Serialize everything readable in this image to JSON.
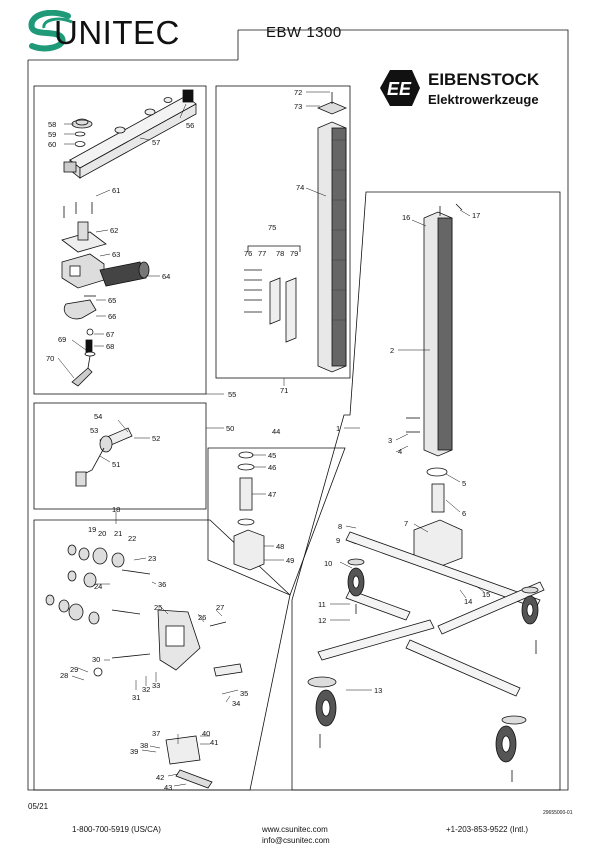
{
  "header": {
    "brand": "UNITEC",
    "model": "EBW 1300",
    "manufacturer": "EIBENSTOCK",
    "manufacturer_sub": "Elektrowerkzeuge"
  },
  "callouts": {
    "c1": "1",
    "c2": "2",
    "c3": "3",
    "c4": "4",
    "c5": "5",
    "c6": "6",
    "c7": "7",
    "c8": "8",
    "c9": "9",
    "c10": "10",
    "c11": "11",
    "c12": "12",
    "c13": "13",
    "c14": "14",
    "c15": "15",
    "c16": "16",
    "c17": "17",
    "c18": "18",
    "c19": "19",
    "c20": "20",
    "c21": "21",
    "c22": "22",
    "c23": "23",
    "c24": "24",
    "c25": "25",
    "c26": "26",
    "c27": "27",
    "c28": "28",
    "c29": "29",
    "c30": "30",
    "c31": "31",
    "c32": "32",
    "c33": "33",
    "c34": "34",
    "c35": "35",
    "c36": "36",
    "c37": "37",
    "c38": "38",
    "c39": "39",
    "c40": "40",
    "c41": "41",
    "c42": "42",
    "c43": "43",
    "c44": "44",
    "c45": "45",
    "c46": "46",
    "c47": "47",
    "c48": "48",
    "c49": "49",
    "c50": "50",
    "c51": "51",
    "c52": "52",
    "c53": "53",
    "c54": "54",
    "c55": "55",
    "c56": "56",
    "c57": "57",
    "c58": "58",
    "c59": "59",
    "c60": "60",
    "c61": "61",
    "c62": "62",
    "c63": "63",
    "c64": "64",
    "c65": "65",
    "c66": "66",
    "c67": "67",
    "c68": "68",
    "c69": "69",
    "c70": "70",
    "c71": "71",
    "c72": "72",
    "c73": "73",
    "c74": "74",
    "c75": "75",
    "c76": "76",
    "c77": "77",
    "c78": "78",
    "c79": "79"
  },
  "footer": {
    "date": "05/21",
    "doc_number": "29655000-01",
    "phone_us": "1-800-700-5919 (US/CA)",
    "website": "www.csunitec.com",
    "email": "info@csunitec.com",
    "phone_intl": "+1-203-853-9522 (Intl.)"
  },
  "colors": {
    "logo_green": "#1f9a78",
    "ink": "#111111"
  }
}
